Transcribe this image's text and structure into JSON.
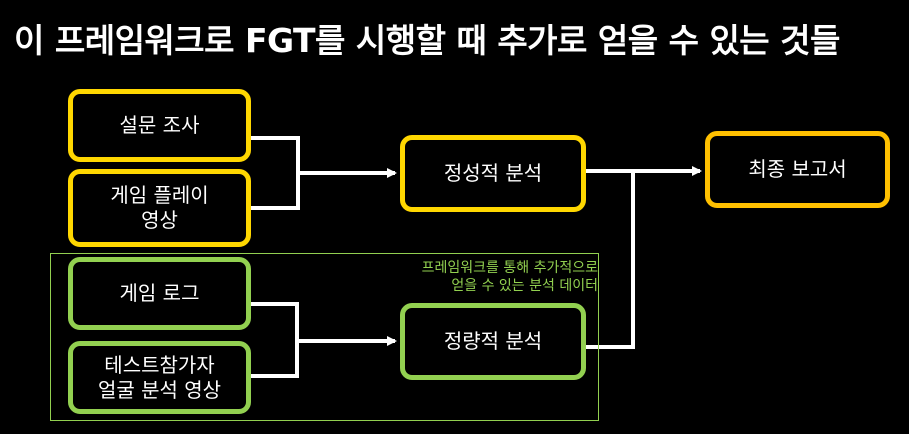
{
  "title": "이 프레임워크로 FGT를 시행할 때 추가로 얻을 수 있는 것들",
  "colors": {
    "background": "#000000",
    "qualitative_border": "#ffd700",
    "quantitative_border": "#92d050",
    "final_border": "#ffc000",
    "connector": "#ffffff",
    "note_text": "#92d050"
  },
  "nodes": {
    "survey": "설문 조사",
    "gameplay_video": "게임 플레이\n영상",
    "game_log": "게임 로그",
    "face_video": "테스트참가자\n얼굴 분석 영상",
    "qualitative": "정성적 분석",
    "quantitative": "정량적 분석",
    "final_report": "최종 보고서"
  },
  "framework_note": "프레임워크를 통해 추가적으로\n얻을 수 있는 분석 데이터"
}
